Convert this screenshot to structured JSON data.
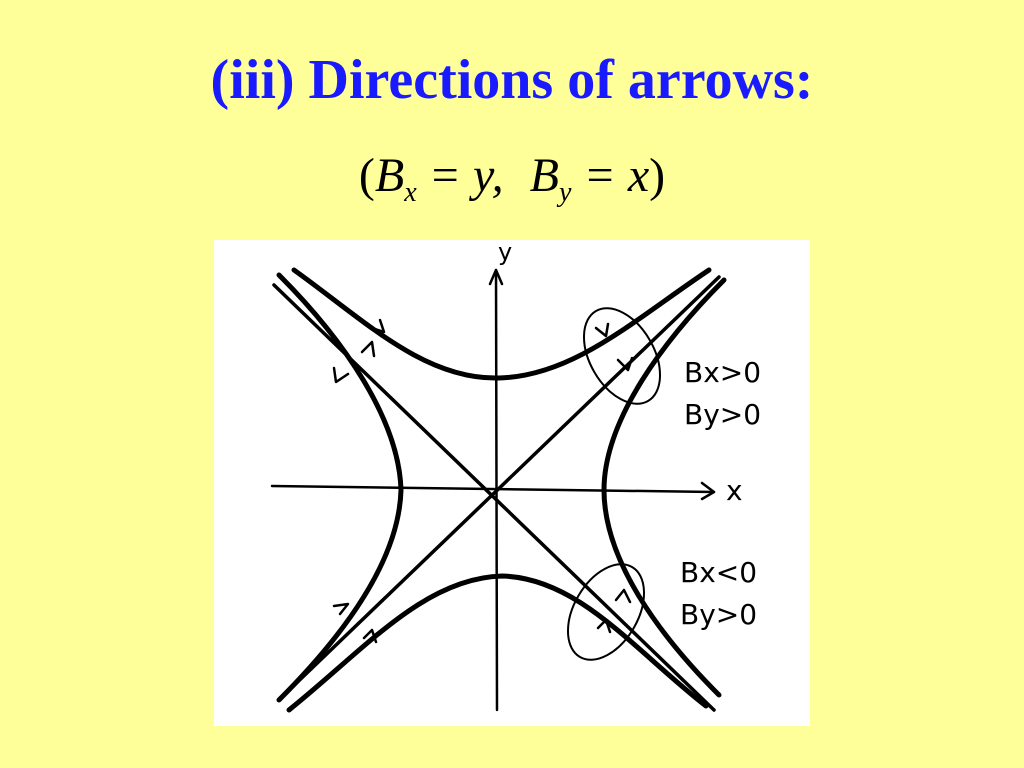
{
  "slide": {
    "title": "(iii) Directions of arrows:",
    "equation": {
      "open": "(",
      "bx_symbol": "B",
      "bx_sub": "x",
      "bx_rhs": "= y,",
      "by_symbol": "B",
      "by_sub": "y",
      "by_rhs": "= x",
      "close": ")"
    }
  },
  "diagram": {
    "axis_labels": {
      "x": "x",
      "y": "y"
    },
    "annotations": {
      "upper_right": [
        "Bx>0",
        "By>0"
      ],
      "lower_right": [
        "Bx<0",
        "By>0"
      ]
    },
    "colors": {
      "background": "#ffff99",
      "title": "#1a1aff",
      "ink": "#000000",
      "figure_bg": "#ffffff"
    }
  }
}
